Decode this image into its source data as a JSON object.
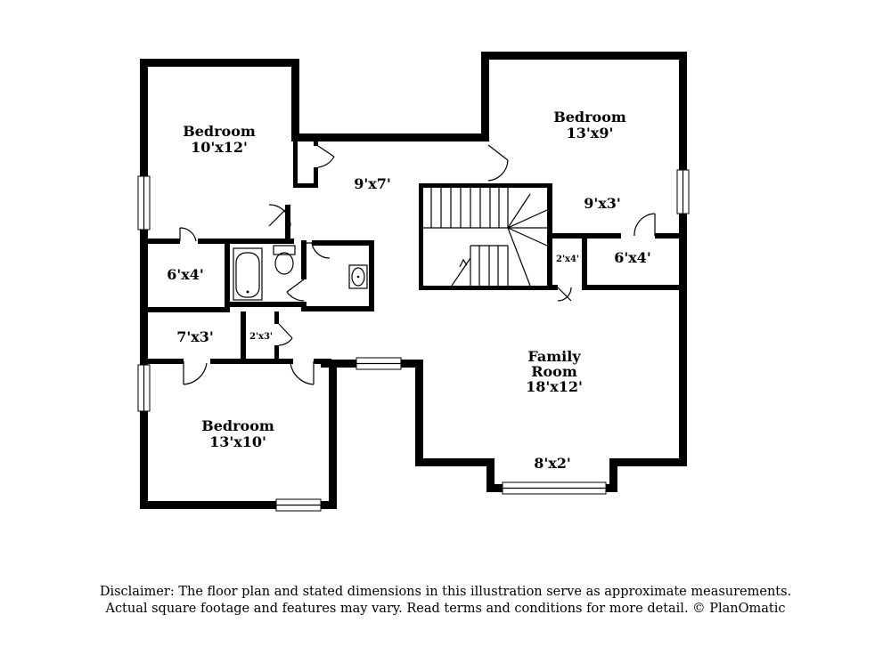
{
  "rooms": {
    "bedroom_top_left": {
      "name": "Bedroom",
      "size": "10'x12'"
    },
    "bedroom_top_right": {
      "name": "Bedroom",
      "size": "13'x9'"
    },
    "bedroom_bottom_left": {
      "name": "Bedroom",
      "size": "13'x10'"
    },
    "family_room": {
      "line1": "Family",
      "line2": "Room",
      "size": "18'x12'"
    },
    "hall": {
      "size": "9'x7'"
    },
    "closet_right": {
      "size": "9'x3'"
    },
    "closet_6x4_left": {
      "size": "6'x4'"
    },
    "closet_6x4_right": {
      "size": "6'x4'"
    },
    "closet_2x4": {
      "size": "2'x4'"
    },
    "closet_7x3": {
      "size": "7'x3'"
    },
    "closet_2x3": {
      "size": "2'x3'"
    },
    "bay": {
      "size": "8'x2'"
    }
  },
  "disclaimer": {
    "line1": "Disclaimer: The floor plan and stated dimensions in this illustration serve as approximate measurements.",
    "line2": "Actual square footage and features may vary. Read terms and conditions for more detail. © PlanOmatic"
  }
}
